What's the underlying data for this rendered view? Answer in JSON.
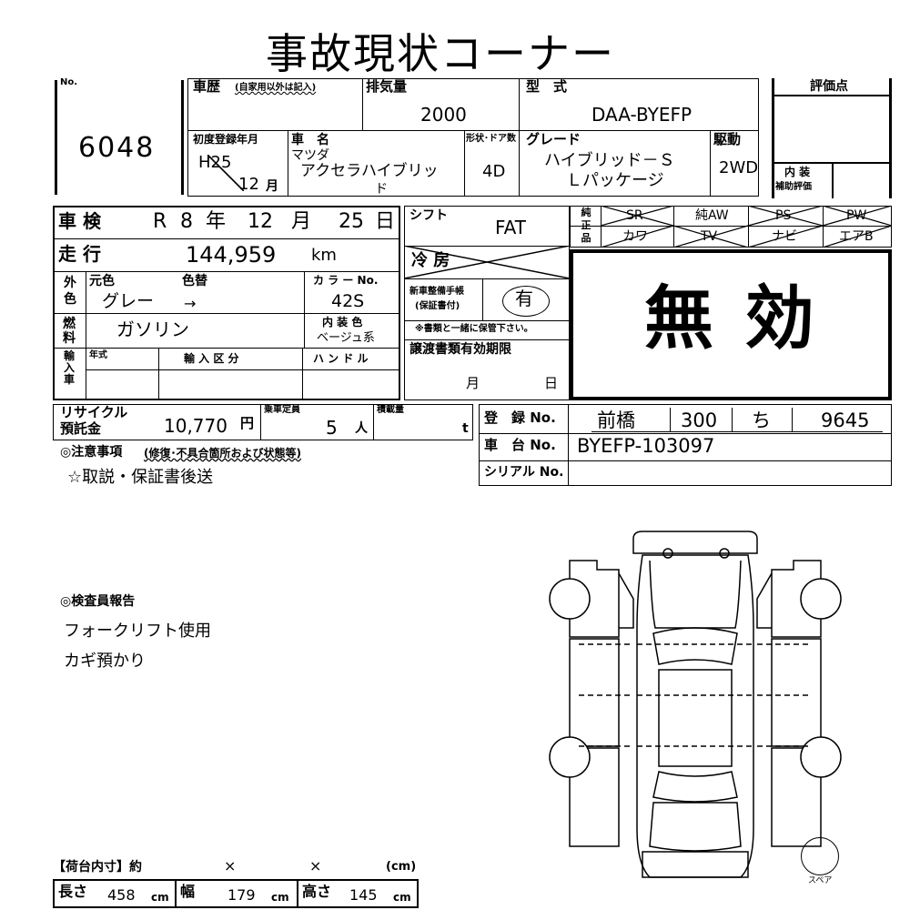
{
  "title": "事故現状コーナー",
  "lot": {
    "label": "No.",
    "number": "6048"
  },
  "history": {
    "label": "車歴",
    "sub": "(自家用以外は記入)"
  },
  "displacement": {
    "label": "排気量",
    "value": "2000"
  },
  "model_type": {
    "label": "型　式",
    "value": "DAA-BYEFP"
  },
  "evaluation": {
    "label": "評価点",
    "interior_label_1": "内 装",
    "interior_label_2": "補助評価"
  },
  "first_reg": {
    "label": "初度登録年月",
    "year": "H25",
    "month": "12",
    "month_unit": "月"
  },
  "car_name": {
    "label": "車　名",
    "maker": "マツダ",
    "name_line1": "アクセラハイブリッ",
    "name_line2": "ド"
  },
  "doors": {
    "label": "形状･ドア数",
    "value": "4D"
  },
  "grade": {
    "label": "グレード",
    "line1": "ハイブリッド－Ｓ",
    "line2": "Ｌパッケージ"
  },
  "drive": {
    "label": "駆動",
    "value": "2WD"
  },
  "inspection": {
    "label": "車 検",
    "era": "R",
    "year": "8",
    "year_unit": "年",
    "month": "12",
    "month_unit": "月",
    "day": "25",
    "day_unit": "日"
  },
  "shift": {
    "label": "シフト",
    "value": "FAT"
  },
  "equipment": {
    "label": "純正品",
    "row1": [
      "SR",
      "純AW",
      "PS",
      "PW"
    ],
    "row2": [
      "カワ",
      "TV",
      "ナビ",
      "エアB"
    ]
  },
  "mileage": {
    "label": "走 行",
    "value": "144,959",
    "unit": "km"
  },
  "ac": {
    "label": "冷 房"
  },
  "color": {
    "side_label": "外色",
    "orig_label": "元色",
    "repaint_label": "色替",
    "orig_value": "グレー",
    "arrow": "→",
    "code_label": "カ ラ ー No.",
    "code_value": "42S"
  },
  "maintenance": {
    "label_1": "新車整備手帳",
    "label_2": "(保証書付)",
    "value": "有",
    "note": "※書類と一緒に保管下さい。"
  },
  "stamp": "無 効",
  "fuel": {
    "label": "燃料",
    "value": "ガソリン"
  },
  "interior_color": {
    "label": "内 装 色",
    "value": "ベージュ系"
  },
  "import": {
    "label": "輸入車",
    "year_label": "年式",
    "class_label": "輸 入 区 分",
    "handle_label": "ハ ン ド ル"
  },
  "transfer": {
    "label": "譲渡書類有効期限",
    "month_unit": "月",
    "day_unit": "日"
  },
  "recycle": {
    "label_1": "リサイクル",
    "label_2": "預託金",
    "value": "10,770",
    "unit": "円"
  },
  "capacity": {
    "label": "乗車定員",
    "value": "5",
    "unit": "人"
  },
  "load": {
    "label": "積載量",
    "unit": "t"
  },
  "registration": {
    "label": "登　録 No.",
    "city": "前橋",
    "class": "300",
    "kana": "ち",
    "number": "9645"
  },
  "chassis": {
    "label": "車　台 No.",
    "value": "BYEFP-103097"
  },
  "serial": {
    "label": "シリアル No.",
    "value": ""
  },
  "notes": {
    "label": "◎注意事項",
    "sub": "(修復･不具合箇所および状態等)",
    "line1": "☆取説・保証書後送"
  },
  "inspector": {
    "label": "◎検査員報告",
    "line1": "フォークリフト使用",
    "line2": "カギ預かり"
  },
  "cargo": {
    "label": "【荷台内寸】約",
    "x1": "×",
    "x2": "×",
    "unit_label": "(cm)",
    "length_label": "長さ",
    "length": "458",
    "width_label": "幅",
    "width": "179",
    "height_label": "高さ",
    "height": "145",
    "unit": "cm"
  },
  "spare": "スペア"
}
